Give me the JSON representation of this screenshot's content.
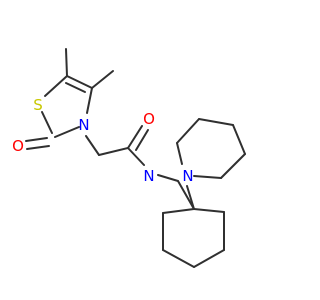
{
  "molecule": {
    "atoms": [
      {
        "id": "S1",
        "label": "S",
        "color": "#c8c800"
      },
      {
        "id": "O1",
        "label": "O",
        "color": "#ff0000"
      },
      {
        "id": "N1",
        "label": "N",
        "color": "#0000ff"
      },
      {
        "id": "O2",
        "label": "O",
        "color": "#ff0000"
      },
      {
        "id": "N2",
        "label": "N",
        "color": "#0000ff"
      },
      {
        "id": "N3",
        "label": "N",
        "color": "#0000ff"
      }
    ],
    "bond_color": "#303030"
  }
}
